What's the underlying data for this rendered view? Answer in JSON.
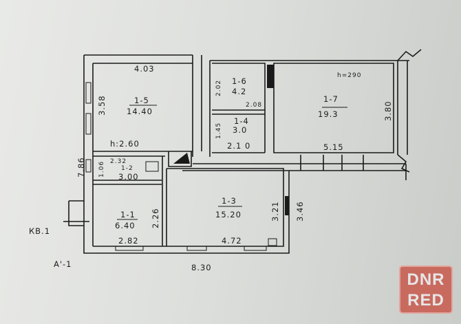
{
  "rooms": [
    {
      "id": "1-5",
      "area": "14.40"
    },
    {
      "id": "1-6",
      "area": "4.2"
    },
    {
      "id": "1-4",
      "area": "3.0"
    },
    {
      "id": "1-7",
      "area": "19.3"
    },
    {
      "id": "1-2",
      "area": "3.00"
    },
    {
      "id": "1-1",
      "area": "6.40"
    },
    {
      "id": "1-3",
      "area": "15.20"
    }
  ],
  "dimensions": {
    "d403": "4.03",
    "d358": "3.58",
    "h260": "h:2.60",
    "d786": "7.86",
    "d202": "2.02",
    "d208": "2.08",
    "d145": "1.45",
    "d210": "2.1 0",
    "h290": "h=290",
    "d380": "3.80",
    "d515": "5.15",
    "d106": "1.06",
    "d232": "2.32",
    "d226": "2.26",
    "d282": "2.82",
    "d472": "4.72",
    "d321": "3.21",
    "d346": "3.46",
    "d830": "8.30"
  },
  "labels": {
    "apartment": "КВ.1",
    "letter": "А'-1"
  },
  "watermark": {
    "line1": "DNR",
    "line2": "RED"
  }
}
